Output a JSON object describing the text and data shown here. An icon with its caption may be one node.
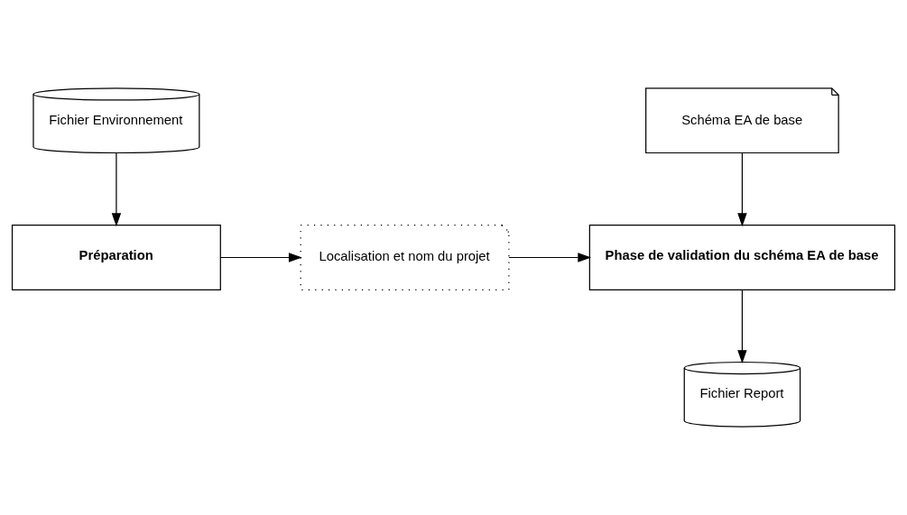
{
  "diagram": {
    "nodes": [
      {
        "text": [
          "Fichier Environnement"
        ]
      },
      {
        "text": [
          "Préparation"
        ]
      },
      {
        "text": [
          "Localisation et nom du projet"
        ]
      },
      {
        "text": [
          "Schéma EA de base"
        ]
      },
      {
        "text": [
          "Phase de validation du schéma EA de base"
        ]
      },
      {
        "text": [
          "Fichier Report"
        ]
      }
    ],
    "edges": [
      {
        "from": 0,
        "to": 1,
        "arrow": "to"
      },
      {
        "from": 1,
        "to": 2,
        "arrow": "to"
      },
      {
        "from": 2,
        "to": 4,
        "arrow": "to"
      },
      {
        "from": 3,
        "to": 4,
        "arrow": "to"
      },
      {
        "from": 4,
        "to": 5,
        "arrow": "to"
      }
    ]
  }
}
